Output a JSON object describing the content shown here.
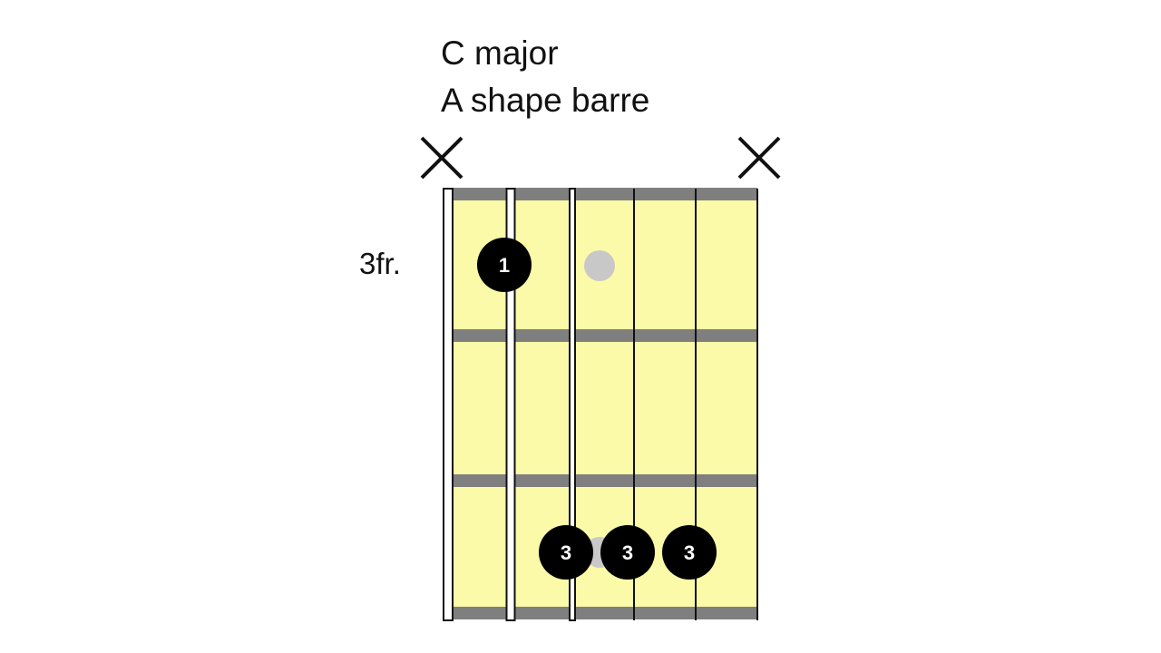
{
  "chord": {
    "title": "C major",
    "subtitle": "A shape barre",
    "fret_label": "3fr."
  },
  "colors": {
    "fretboard": "#fbfaa8",
    "fret": "#7f7f7f",
    "string": "#111111",
    "finger": "#000000",
    "finger_text": "#ffffff",
    "marker": "#c8c8c8",
    "mute": "#111111"
  },
  "strings_count": 6,
  "frets_count": 3,
  "muted_strings": [
    1,
    6
  ],
  "fret_markers": [
    {
      "string": 3.5,
      "fret": 1
    },
    {
      "string": 3.5,
      "fret": 3
    }
  ],
  "fingers": [
    {
      "string": 2,
      "fret": 1,
      "label": "1"
    },
    {
      "string": 3,
      "fret": 3,
      "label": "3"
    },
    {
      "string": 4,
      "fret": 3,
      "label": "3"
    },
    {
      "string": 5,
      "fret": 3,
      "label": "3"
    }
  ]
}
